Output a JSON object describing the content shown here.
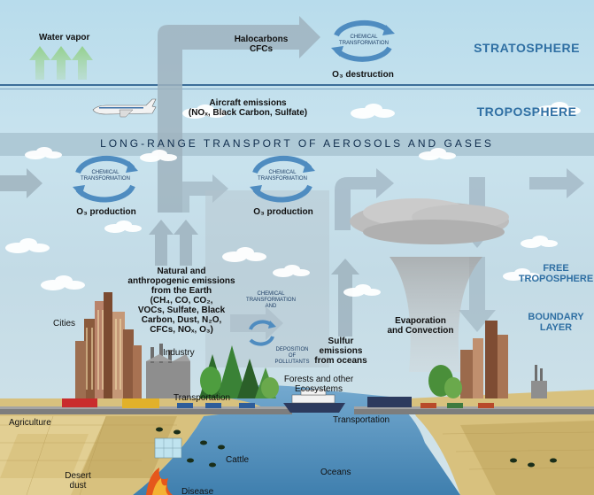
{
  "layers": {
    "stratosphere": "STRATOSPHERE",
    "troposphere": "TROPOSPHERE",
    "free_troposphere": [
      "FREE",
      "TROPOSPHERE"
    ],
    "boundary_layer": [
      "BOUNDARY",
      "LAYER"
    ]
  },
  "band": "LONG-RANGE TRANSPORT OF AEROSOLS AND GASES",
  "chem_label": [
    "CHEMICAL",
    "TRANSFORMATION"
  ],
  "labels": {
    "water_vapor": "Water vapor",
    "halocarbons": [
      "Halocarbons",
      "CFCs"
    ],
    "o3_destruction": "O₃ destruction",
    "aircraft": [
      "Aircraft emissions",
      "(NOₓ, Black Carbon, Sulfate)"
    ],
    "o3_production": "O₃ production",
    "emissions": [
      "Natural and",
      "anthropogenic emissions",
      "from the Earth",
      "(CH₄, CO, CO₂,",
      "VOCs, Sulfate, Black",
      "Carbon, Dust, N₂O,",
      "CFCs, NOₓ, O₃)"
    ],
    "chem_and": [
      "CHEMICAL",
      "TRANSFORMATION",
      "AND"
    ],
    "deposition": [
      "DEPOSITION",
      "OF",
      "POLLUTANTS"
    ],
    "sulfur": [
      "Sulfur",
      "emissions",
      "from oceans"
    ],
    "evaporation": [
      "Evaporation",
      "and Convection"
    ],
    "cities": "Cities",
    "industry": "Industry",
    "forests": [
      "Forests and other",
      "Ecosystems"
    ],
    "transportation_left": "Transportation",
    "transportation_right": "Transportation",
    "agriculture": "Agriculture",
    "cattle": "Cattle",
    "oceans": "Oceans",
    "desert": [
      "Desert",
      "dust"
    ],
    "disease": "Disease"
  },
  "colors": {
    "sky_top": "#bfe0ee",
    "sky_mid": "#c8dfe9",
    "band": "#a9c4d1",
    "arrow": "#8fa5b1",
    "layer_text": "#2f6fa3",
    "chem_ring": "#4f8cc0",
    "ocean": "#4f8eb9",
    "land": "#d9c486"
  }
}
